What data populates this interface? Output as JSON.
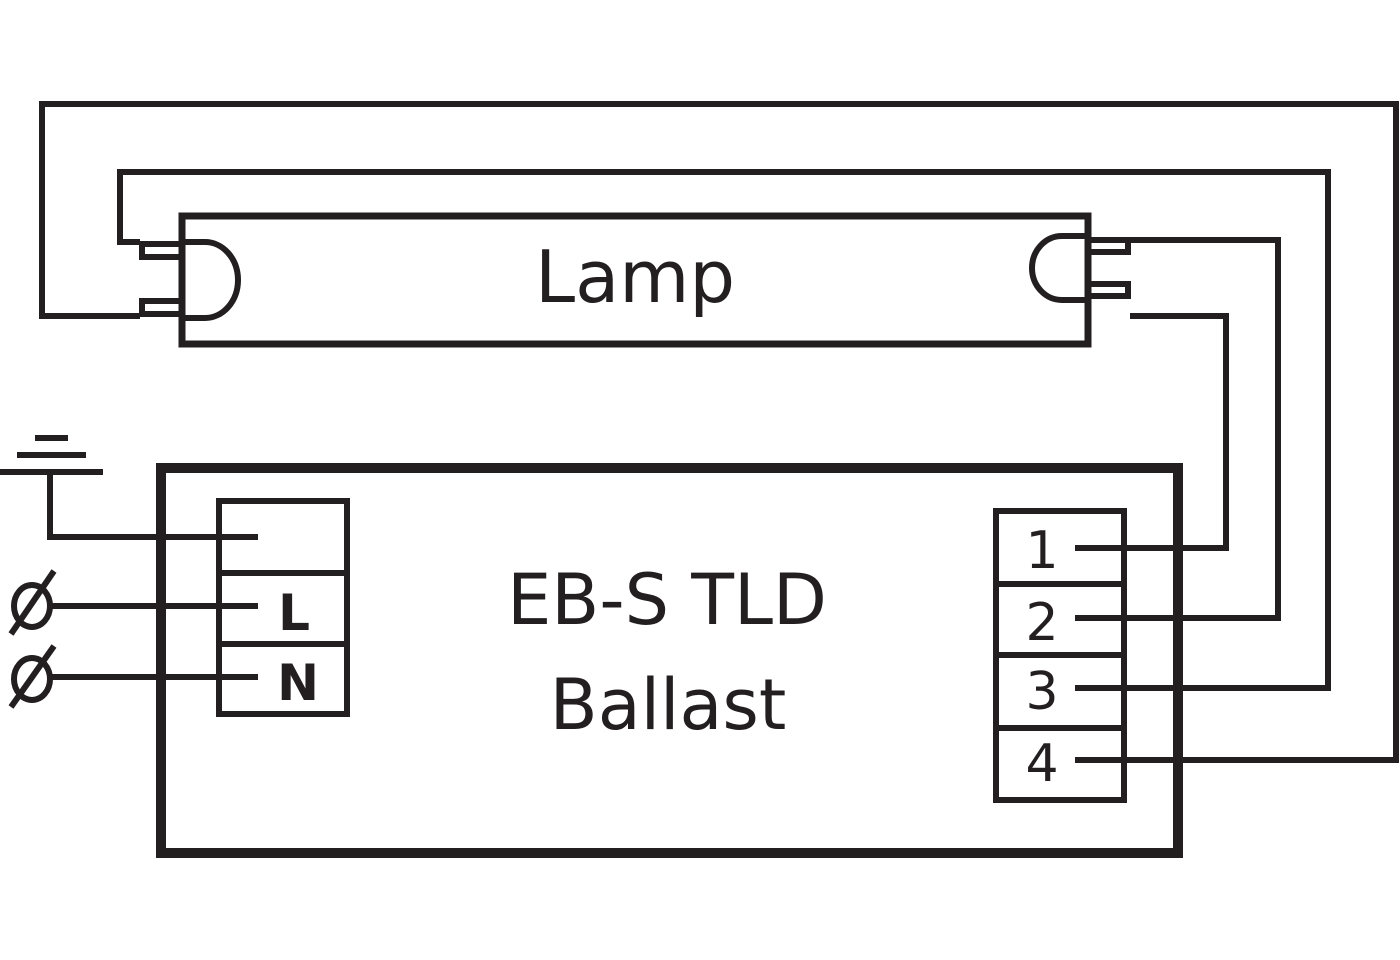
{
  "lamp": {
    "label": "Lamp"
  },
  "ballast": {
    "model": "EB-S TLD",
    "label": "Ballast"
  },
  "mains_terminals": {
    "labels": [
      "",
      "L",
      "N"
    ]
  },
  "lamp_terminals": {
    "labels": [
      "1",
      "2",
      "3",
      "4"
    ]
  },
  "symbols": {
    "ground": "ground-symbol",
    "phase": "Ø"
  },
  "colors": {
    "line": "#231f20",
    "background": "#ffffff"
  }
}
